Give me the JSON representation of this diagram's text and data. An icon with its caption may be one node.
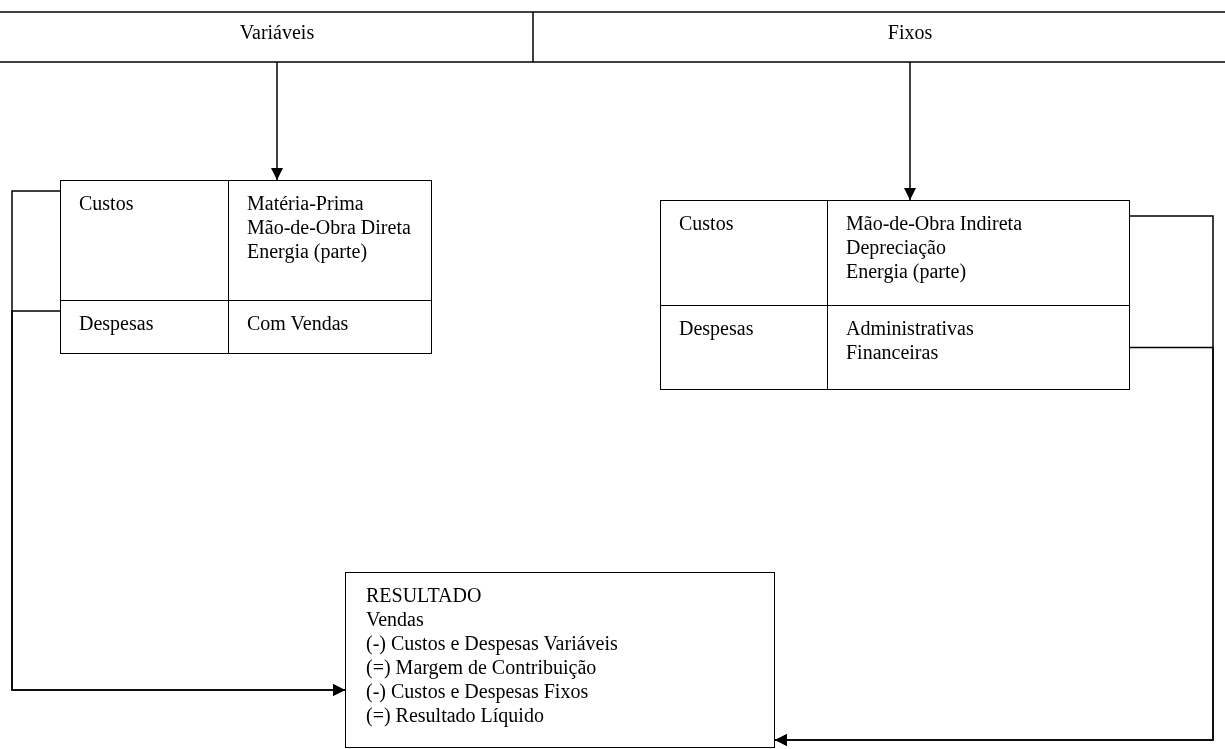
{
  "diagram": {
    "nodes": [
      {
        "text": [
          "Variáveis"
        ]
      },
      {
        "text": [
          "Fixos"
        ]
      },
      {
        "text": [],
        "shape": "box"
      },
      {
        "text": [
          "Custos"
        ],
        "in": 2
      },
      {
        "text": [
          "Matéria-Prima",
          "Mão-de-Obra Direta",
          "Energia (parte)"
        ],
        "in": 2
      },
      {
        "text": [
          "Despesas"
        ],
        "in": 2
      },
      {
        "text": [
          "Com Vendas"
        ],
        "in": 2
      },
      {
        "text": [],
        "shape": "box"
      },
      {
        "text": [
          "Custos"
        ],
        "in": 7
      },
      {
        "text": [
          "Mão-de-Obra Indireta",
          "Depreciação",
          "Energia (parte)"
        ],
        "in": 7
      },
      {
        "text": [
          "Despesas"
        ],
        "in": 7
      },
      {
        "text": [
          "Administrativas",
          "Financeiras"
        ],
        "in": 7
      },
      {
        "text": [
          "RESULTADO",
          "Vendas",
          "(-) Custos e Despesas Variáveis",
          "(=) Margem de Contribuição",
          "(-) Custos e Despesas Fixos",
          "(=) Resultado Líquido"
        ]
      }
    ],
    "edges": [
      {
        "from": 0,
        "to": 2,
        "arrow": "to"
      },
      {
        "from": 1,
        "to": 7,
        "arrow": "to"
      },
      {
        "from": 3,
        "to": 12,
        "arrow": "to"
      },
      {
        "from": 5,
        "to": 12,
        "arrow": "to"
      },
      {
        "from": 9,
        "to": 12,
        "arrow": "to"
      },
      {
        "from": 11,
        "to": 12,
        "arrow": "to"
      }
    ]
  }
}
